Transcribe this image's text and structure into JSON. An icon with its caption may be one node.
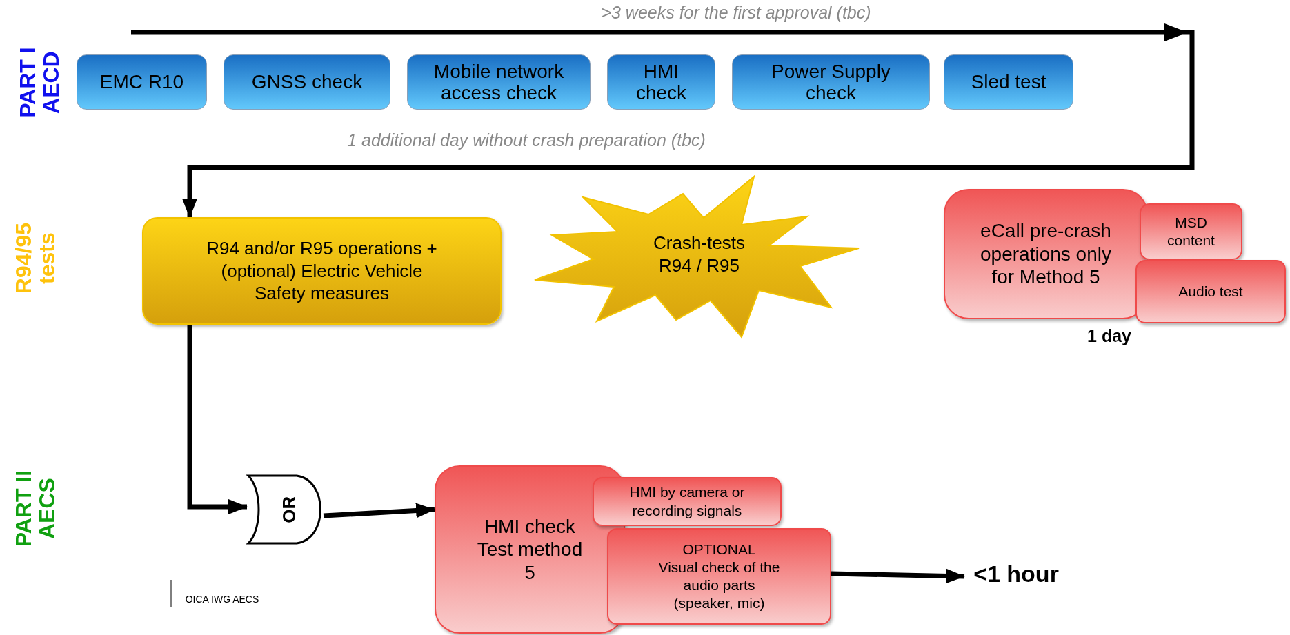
{
  "diagram": {
    "nodes": [
      {
        "text": [
          "EMC R10"
        ]
      },
      {
        "text": [
          "GNSS check"
        ]
      },
      {
        "text": [
          "Mobile network access check"
        ]
      },
      {
        "text": [
          "HMI check"
        ]
      },
      {
        "text": [
          "Power Supply check"
        ]
      },
      {
        "text": [
          "Sled test"
        ]
      },
      {
        "text": [
          "R94 and/or R95 operations + (optional) Electric Vehicle Safety measures"
        ]
      },
      {
        "text": [
          "Crash-tests R94 / R95"
        ]
      },
      {
        "text": [
          "eCall pre-crash operations only for Method 5"
        ]
      },
      {
        "text": [
          "MSD content"
        ]
      },
      {
        "text": [
          "Audio test"
        ]
      },
      {
        "text": [
          "OR"
        ]
      },
      {
        "text": [
          "HMI check Test method 5"
        ]
      },
      {
        "text": [
          "HMI by camera or recording signals"
        ]
      },
      {
        "text": [
          "OPTIONAL",
          "Visual check of the audio parts (speaker, mic)"
        ]
      },
      {
        "text": [
          "<1 hour"
        ]
      }
    ],
    "edges": [
      {
        "from": null,
        "to": 6,
        "arrow": "to"
      },
      {
        "from": 6,
        "to": 11,
        "arrow": "to"
      },
      {
        "from": 11,
        "to": 12,
        "arrow": "to"
      },
      {
        "from": 14,
        "to": 15,
        "arrow": "to"
      }
    ],
    "labels": [
      "PART I AECD",
      ">3 weeks for the first approval (tbc)",
      "1 additional day without crash preparation (tbc)",
      "R94/95 tests",
      "1 day",
      "PART II AECS",
      "OICA IWG AECS"
    ]
  }
}
